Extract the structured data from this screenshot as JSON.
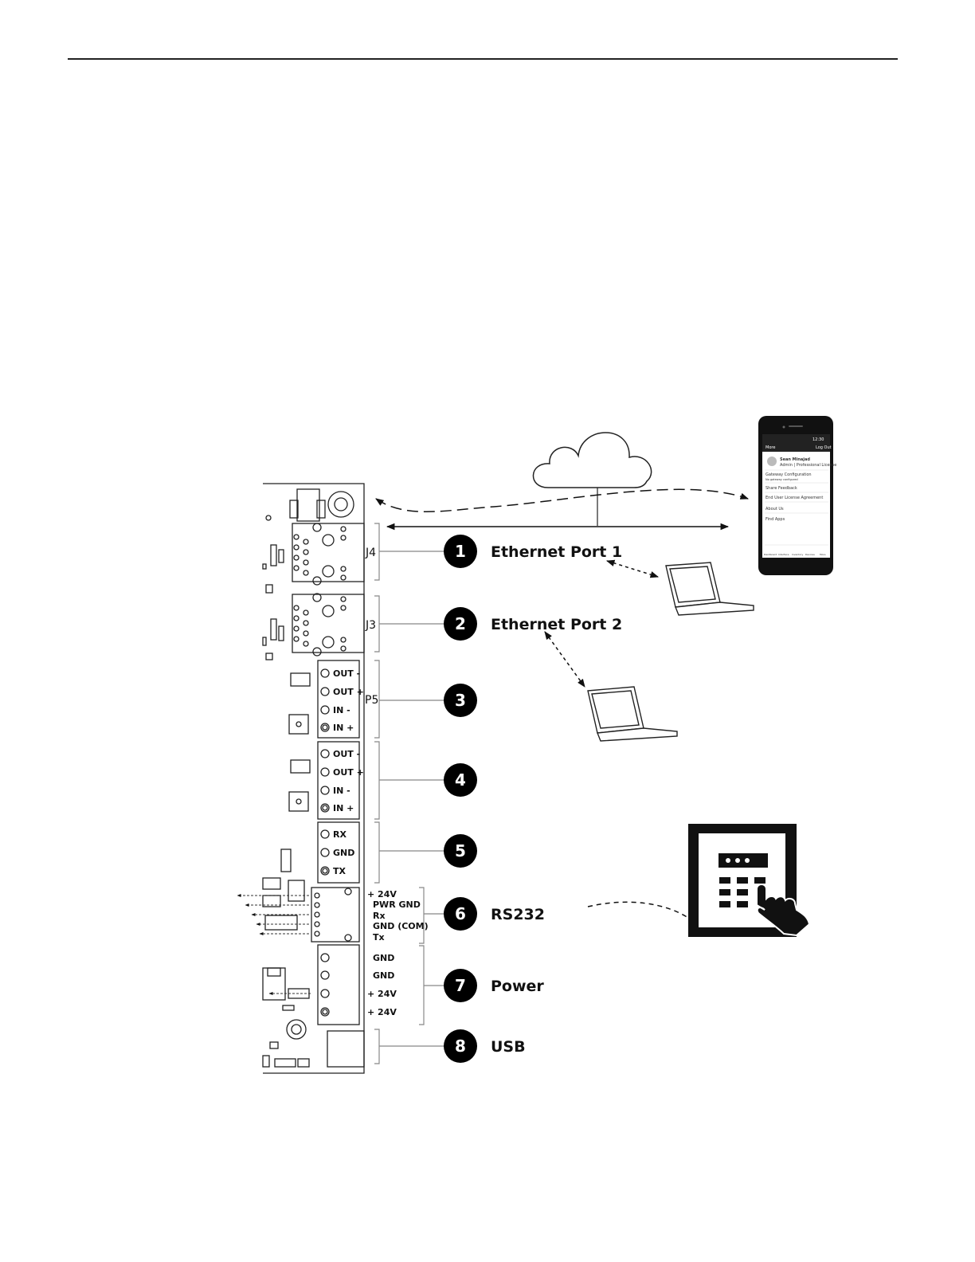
{
  "connectors": {
    "j4": "J4",
    "j3": "J3",
    "p5": "P5"
  },
  "ports": [
    {
      "number": "1",
      "label": "Ethernet Port 1"
    },
    {
      "number": "2",
      "label": "Ethernet Port 2"
    },
    {
      "number": "3",
      "label": ""
    },
    {
      "number": "4",
      "label": ""
    },
    {
      "number": "5",
      "label": ""
    },
    {
      "number": "6",
      "label": "RS232"
    },
    {
      "number": "7",
      "label": "Power"
    },
    {
      "number": "8",
      "label": "USB"
    }
  ],
  "pins": {
    "block3": [
      "OUT -",
      "OUT +",
      "IN -",
      "IN +"
    ],
    "block4": [
      "OUT -",
      "OUT +",
      "IN -",
      "IN +"
    ],
    "block5": [
      "RX",
      "GND",
      "TX"
    ],
    "block6": [
      "+ 24V",
      "PWR GND",
      "Rx",
      "GND (COM)",
      "Tx"
    ],
    "block7": [
      "GND",
      "GND",
      "+ 24V",
      "+ 24V"
    ]
  },
  "phone": {
    "time": "12:30",
    "title": "More",
    "logout": "Log Out",
    "user_name": "Sean Minajad",
    "user_role": "Admin | Professional License",
    "menu": [
      "Gateway Configuration",
      "Share Feedback",
      "End User License Agreement",
      "About Us",
      "Find Apps"
    ],
    "menu_sub": "No gateway configured",
    "nav": [
      "Dashboard",
      "Interface",
      "Inventory",
      "Devices",
      "More"
    ]
  },
  "icons": [
    "cloud-icon",
    "smartphone-icon",
    "laptop-icon",
    "keypad-touch-icon"
  ],
  "colors": {
    "line": "#111111",
    "badge": "#000000",
    "bracket": "#888888"
  }
}
